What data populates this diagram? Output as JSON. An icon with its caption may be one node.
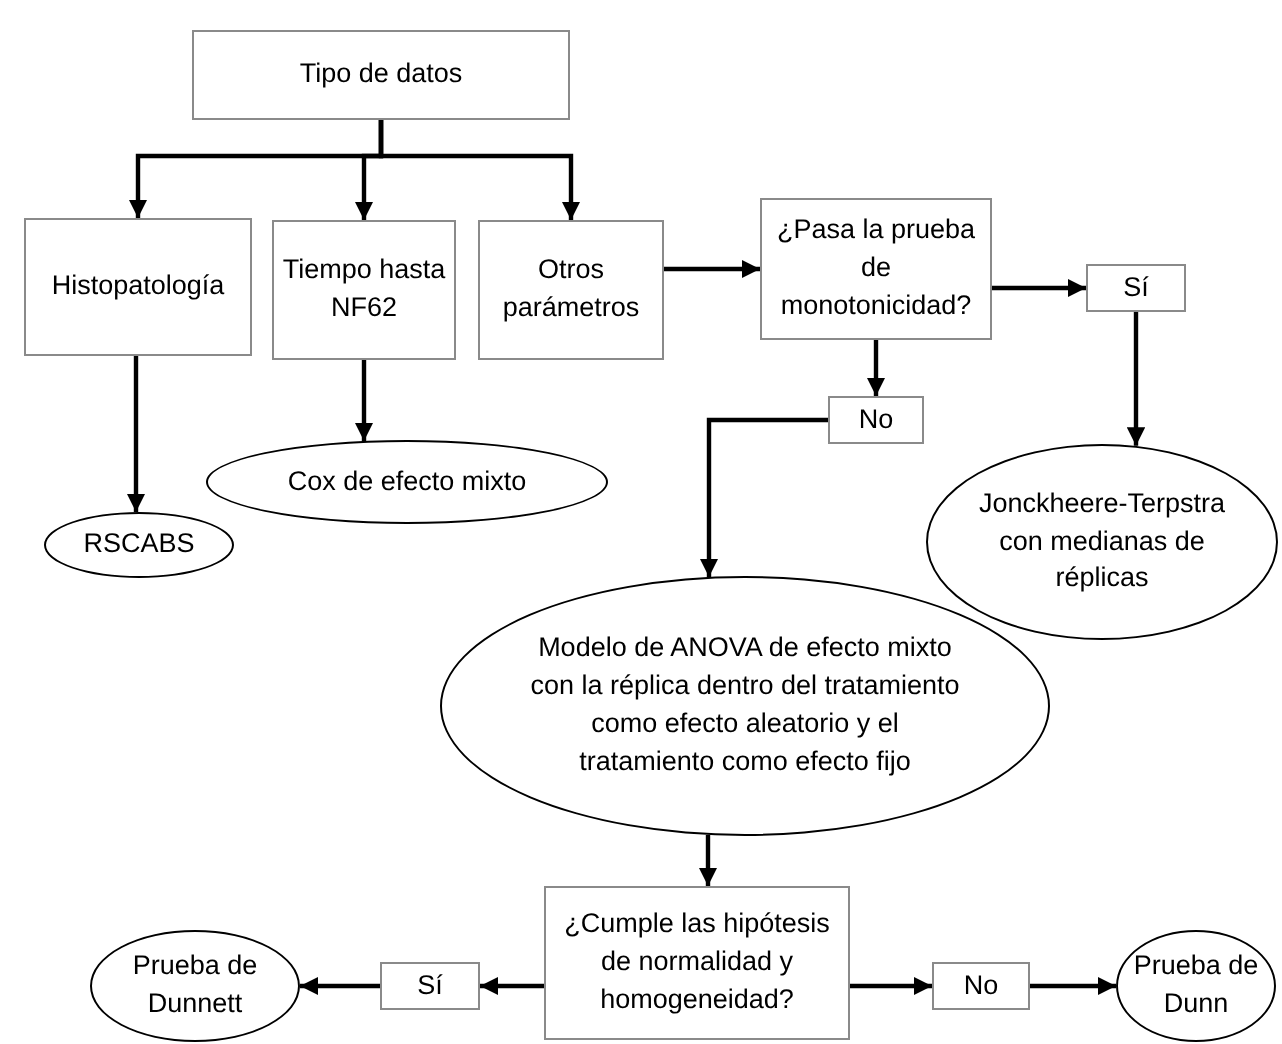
{
  "diagram": {
    "nodes": [
      {
        "text": [
          "Tipo de datos"
        ]
      },
      {
        "text": [
          "Histopatología"
        ]
      },
      {
        "text": [
          "Tiempo hasta NF62"
        ]
      },
      {
        "text": [
          "Otros parámetros"
        ]
      },
      {
        "text": [
          "¿Pasa la prueba de monotonicidad?"
        ]
      },
      {
        "text": [
          "Sí"
        ]
      },
      {
        "text": [
          "No"
        ]
      },
      {
        "text": [
          "Cox de efecto mixto"
        ]
      },
      {
        "text": [
          "RSCABS"
        ]
      },
      {
        "text": [
          "Jonckheere-Terpstra con medianas de réplicas"
        ]
      },
      {
        "text": [
          "Modelo de ANOVA de efecto mixto con la réplica dentro del tratamiento como efecto aleatorio y el tratamiento como efecto fijo"
        ]
      },
      {
        "text": [
          "¿Cumple las hipótesis de normalidad y homogeneidad?"
        ]
      },
      {
        "text": [
          "Sí"
        ]
      },
      {
        "text": [
          "No"
        ]
      },
      {
        "text": [
          "Prueba de Dunnett"
        ]
      },
      {
        "text": [
          "Prueba de Dunn"
        ]
      }
    ],
    "edges": [
      {
        "from": 0,
        "to": 1,
        "arrow": "to"
      },
      {
        "from": 0,
        "to": 2,
        "arrow": "to"
      },
      {
        "from": 0,
        "to": 3,
        "arrow": "to"
      },
      {
        "from": 1,
        "to": 8,
        "arrow": "to"
      },
      {
        "from": 2,
        "to": 7,
        "arrow": "to"
      },
      {
        "from": 3,
        "to": 4,
        "arrow": "to"
      },
      {
        "from": 4,
        "to": 5,
        "arrow": "to"
      },
      {
        "from": 4,
        "to": 6,
        "arrow": "to"
      },
      {
        "from": 5,
        "to": 9,
        "arrow": "to"
      },
      {
        "from": 6,
        "to": 10,
        "arrow": "to"
      },
      {
        "from": 10,
        "to": 11,
        "arrow": "to"
      },
      {
        "from": 11,
        "to": 12,
        "arrow": "to"
      },
      {
        "from": 12,
        "to": 14,
        "arrow": "to"
      },
      {
        "from": 11,
        "to": 13,
        "arrow": "to"
      },
      {
        "from": 13,
        "to": 15,
        "arrow": "to"
      }
    ]
  }
}
